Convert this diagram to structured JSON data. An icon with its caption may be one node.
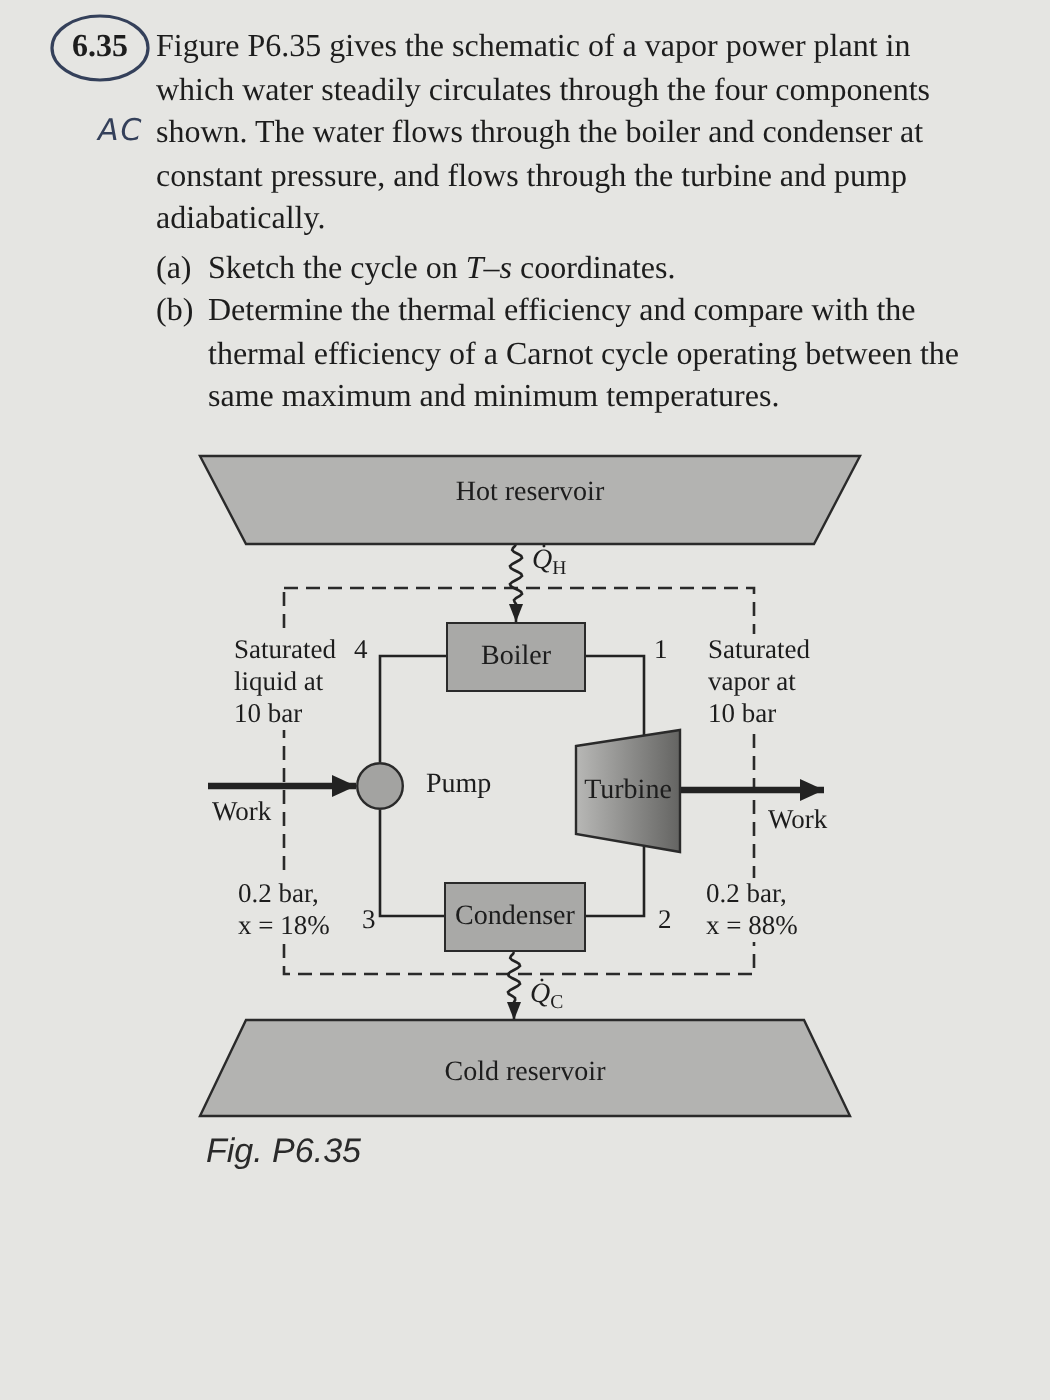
{
  "diagram": {
    "caption": "Fig. P6.35",
    "nodes": [
      {
        "text": [
          "Hot reservoir"
        ]
      },
      {
        "text": [
          "Boiler"
        ]
      },
      {
        "text": [
          "Pump"
        ]
      },
      {
        "text": [
          "Turbine"
        ]
      },
      {
        "text": [
          "Condenser"
        ]
      },
      {
        "text": [
          "Cold reservoir"
        ]
      }
    ],
    "edges": [
      {
        "from": 0,
        "to": 1,
        "arrow": "to",
        "label": "*Q̇*$_{H}$"
      },
      {
        "from": 1,
        "to": 3,
        "arrow": "none"
      },
      {
        "from": 3,
        "to": 4,
        "arrow": "none"
      },
      {
        "from": 4,
        "to": 2,
        "arrow": "none"
      },
      {
        "from": 2,
        "to": 1,
        "arrow": "none"
      },
      {
        "from": 4,
        "to": 5,
        "arrow": "to",
        "label": "*Q̇*$_{C}$"
      },
      {
        "from": null,
        "to": 2,
        "arrow": "to",
        "label": "Work",
        "style": "thick"
      },
      {
        "from": 3,
        "to": null,
        "arrow": "to",
        "label": "Work",
        "style": "thick"
      }
    ],
    "labels": [
      "6.35",
      "Figure P6.35 gives the schematic of a vapor power plant in which water steadily circulates through the four components shown. The water flows through the boiler and condenser at constant pressure, and flows through the turbine and pump adiabatically.",
      "AC",
      "(a)",
      "Sketch the cycle on *T*–*s* coordinates.",
      "(b)",
      "Determine the thermal efficiency and compare with the thermal efficiency of a Carnot cycle operating between the same maximum and minimum temperatures.",
      "Saturated liquid at 10 bar",
      "4",
      "1",
      "Saturated vapor at 10 bar",
      "0.2 bar, x = 18%",
      "3",
      "2",
      "0.2 bar, x = 88%"
    ]
  }
}
